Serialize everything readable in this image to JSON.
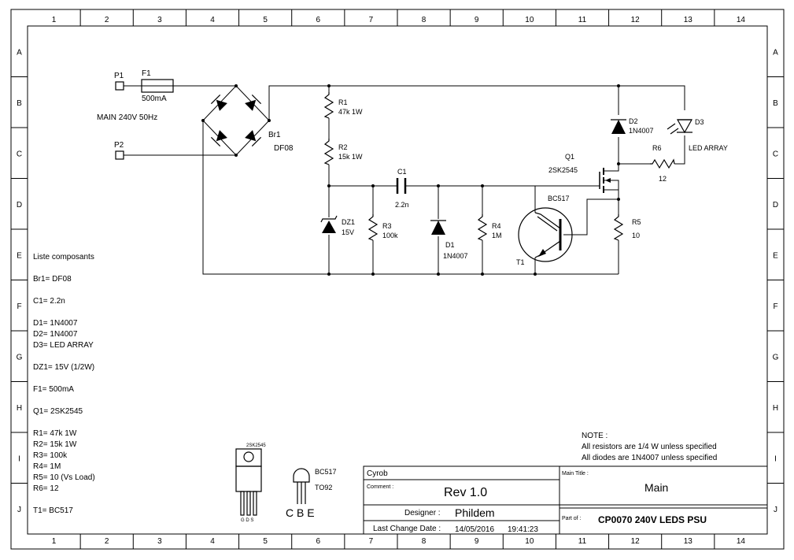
{
  "border": {
    "cols": [
      "1",
      "2",
      "3",
      "4",
      "5",
      "6",
      "7",
      "8",
      "9",
      "10",
      "11",
      "12",
      "13",
      "14"
    ],
    "rows": [
      "A",
      "B",
      "C",
      "D",
      "E",
      "F",
      "G",
      "H",
      "I",
      "J"
    ]
  },
  "labels": {
    "p1": "P1",
    "p2": "P2",
    "f1": "F1",
    "f1_val": "500mA",
    "mains": "MAIN 240V 50Hz",
    "br1": "Br1",
    "br1_val": "DF08",
    "r1": "R1",
    "r1_val": "47k 1W",
    "r2": "R2",
    "r2_val": "15k 1W",
    "c1": "C1",
    "c1_val": "2.2n",
    "dz1": "DZ1",
    "dz1_val": "15V",
    "r3": "R3",
    "r3_val": "100k",
    "d1": "D1",
    "d1_val": "1N4007",
    "r4": "R4",
    "r4_val": "1M",
    "t1": "T1",
    "t1_val": "BC517",
    "q1": "Q1",
    "q1_val": "2SK2545",
    "d2": "D2",
    "d2_val": "1N4007",
    "d3": "D3",
    "d3_val": "LED ARRAY",
    "r6": "R6",
    "r6_val": "12",
    "r5": "R5",
    "r5_val": "10"
  },
  "parts_list": {
    "title": "Liste composants",
    "lines": [
      "Br1= DF08",
      "C1= 2.2n",
      "D1= 1N4007",
      "D2= 1N4007",
      "D3= LED ARRAY",
      "DZ1= 15V (1/2W)",
      "F1= 500mA",
      "Q1= 2SK2545",
      "R1= 47k 1W",
      "R2= 15k 1W",
      "R3= 100k",
      "R4= 1M",
      "R5= 10 (Vs Load)",
      "R6= 12",
      "T1= BC517"
    ]
  },
  "notes": {
    "title": "NOTE :",
    "line1": "All resistors are 1/4 W unless specified",
    "line2": "All diodes are 1N4007 unless specified"
  },
  "packages": {
    "to220_name": "2SK2545",
    "to220_pins": "G D S",
    "to92_name": "BC517",
    "to92_pkg": "TO92",
    "to92_pins": "C B E"
  },
  "title_block": {
    "company": "Cyrob",
    "comment_label": "Comment :",
    "comment": "Rev 1.0",
    "designer_label": "Designer :",
    "designer": "Phildem",
    "change_label": "Last Change Date :",
    "change_date": "14/05/2016",
    "change_time": "19:41:23",
    "main_title_label": "Main Title :",
    "main_title": "Main",
    "part_label": "Part of :",
    "part_of": "CP0070 240V LEDS PSU"
  },
  "colors": {
    "ink": "#000000",
    "paper": "#ffffff"
  }
}
